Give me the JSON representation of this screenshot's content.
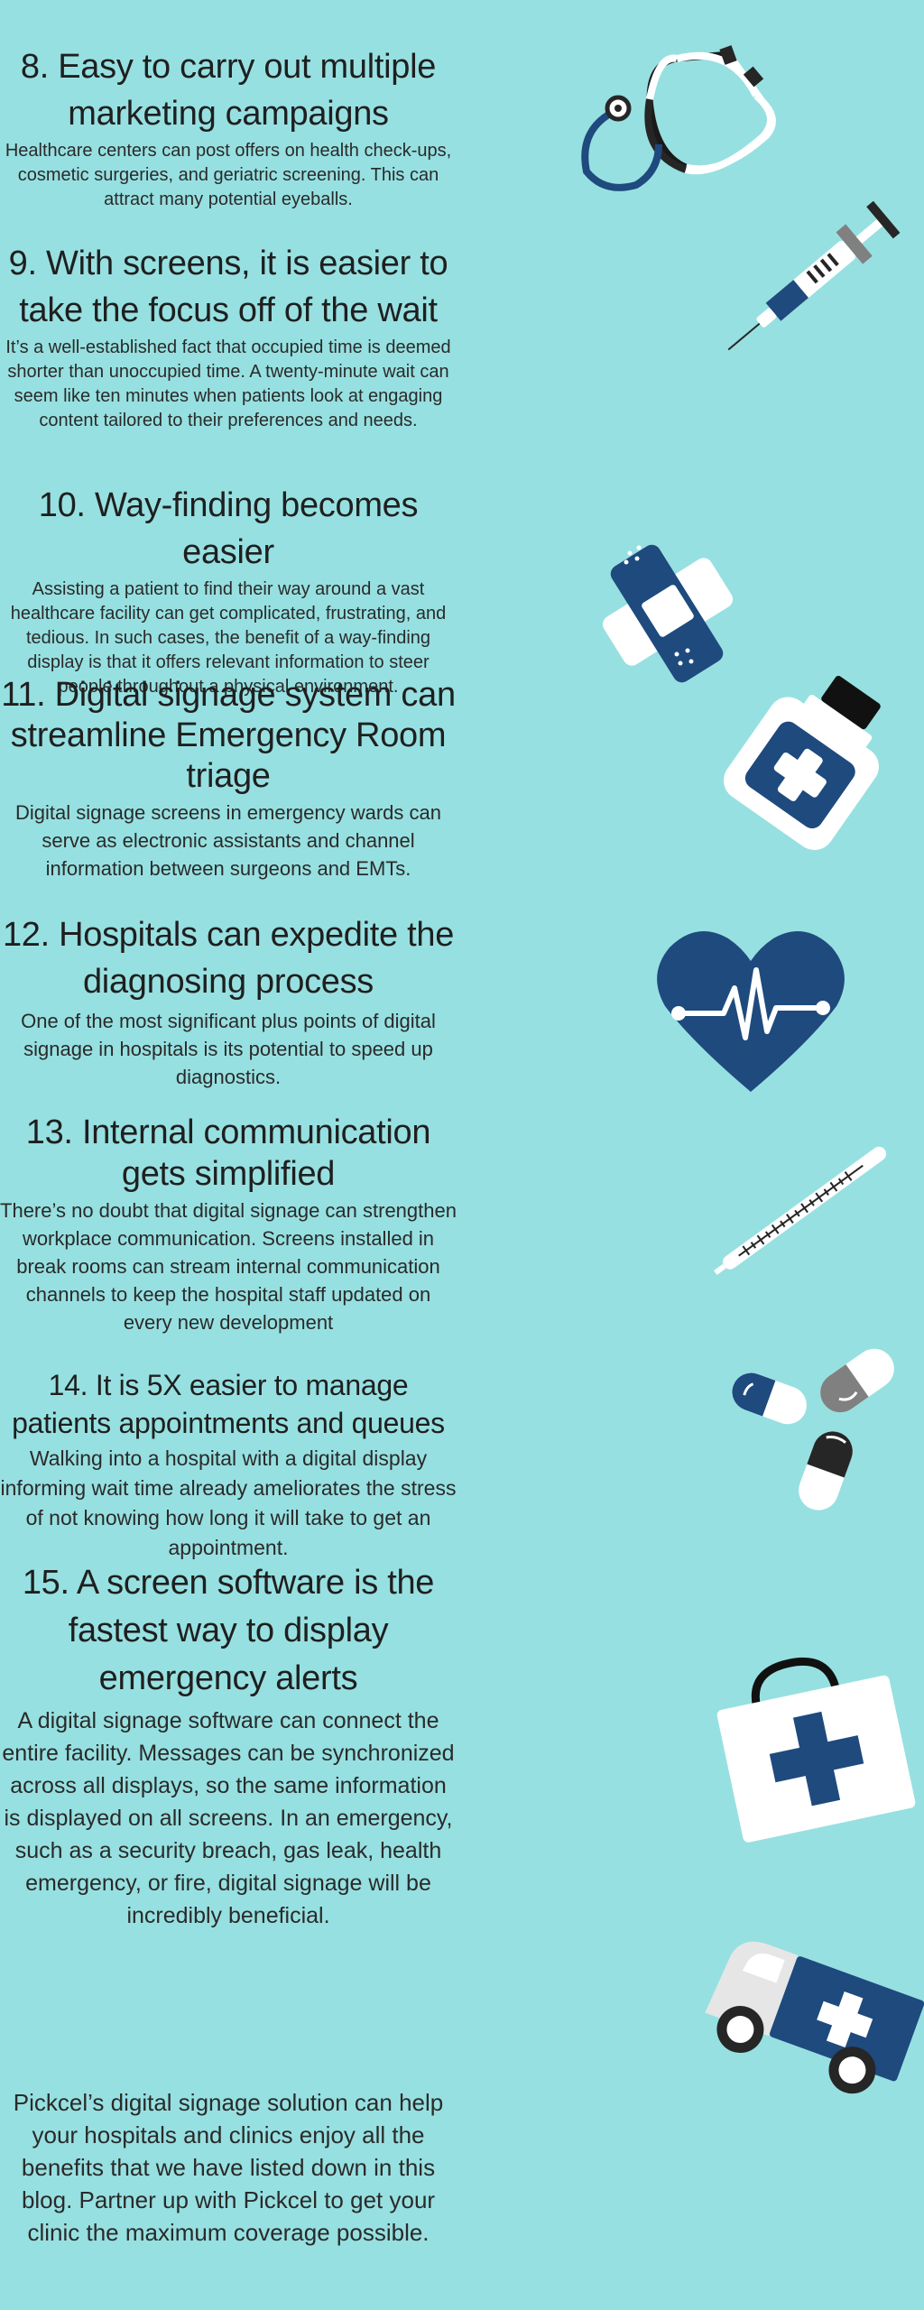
{
  "sections": [
    {
      "title": "8. Easy to carry out multiple marketing campaigns",
      "body": "Healthcare centers can post offers on health check-ups, cosmetic surgeries, and geriatric screening. This can attract many potential eyeballs."
    },
    {
      "title": "9. With screens, it is easier to take the focus off of the wait",
      "body": "It’s a well-established fact that occupied time is deemed shorter than unoccupied time. A twenty-minute wait can seem like ten minutes when patients look at engaging content tailored to their preferences and needs."
    },
    {
      "title": "10. Way-finding becomes easier",
      "body": "Assisting a patient to find their way around a vast healthcare facility can get complicated, frustrating, and tedious. In such cases, the benefit of a way-finding display is that it offers relevant information to steer people throughout a physical environment."
    },
    {
      "title": "11. Digital signage system can streamline Emergency Room triage",
      "body": "Digital signage screens in emergency wards can serve as electronic assistants and channel information between surgeons and EMTs."
    },
    {
      "title": "12. Hospitals can expedite the diagnosing process",
      "body": "One of the most significant plus points of digital signage in hospitals is its potential to speed up diagnostics."
    },
    {
      "title": "13. Internal communication gets simplified",
      "body": "There’s no doubt that digital signage can strengthen workplace communication. Screens installed in break rooms can stream internal communication channels to keep the hospital staff updated on every new development"
    },
    {
      "title": "14. It is 5X easier to manage patients appointments and queues",
      "body": "Walking into a hospital with a digital display informing wait time already ameliorates the stress of not knowing how long it will take to get an appointment."
    },
    {
      "title": "15. A screen software is the fastest way to display emergency alerts",
      "body": "A digital signage software can connect the entire facility. Messages can be synchronized across all displays, so the same information is displayed on all screens. In an emergency, such as a security breach, gas leak, health emergency, or fire, digital signage will be incredibly beneficial."
    }
  ],
  "footer": {
    "text": "Pickcel’s digital signage solution can help your hospitals and clinics enjoy all the benefits that we have listed down in this blog. Partner up with Pickcel to get your clinic the maximum coverage possible."
  },
  "icons": [
    "stethoscope-icon",
    "syringe-icon",
    "bandage-icon",
    "medicine-bottle-icon",
    "heartbeat-icon",
    "thermometer-icon",
    "pills-icon",
    "first-aid-kit-icon",
    "ambulance-icon"
  ],
  "colors": {
    "background": "#97e0e1",
    "navy": "#1e4a7e",
    "white": "#ffffff",
    "dark": "#262626",
    "gray": "#808080",
    "text": "#1f1f1f"
  }
}
